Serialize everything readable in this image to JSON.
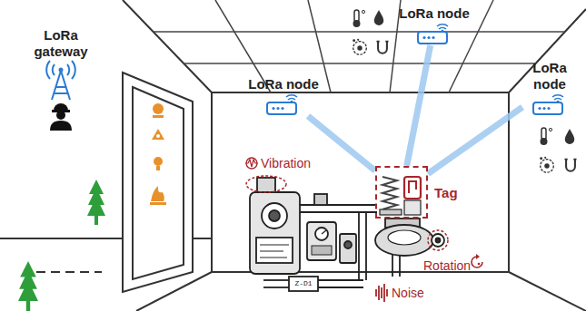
{
  "diagram": {
    "nodes": [
      {
        "text": [
          "LoRa gateway"
        ]
      },
      {
        "text": [
          "LoRa node"
        ]
      },
      {
        "text": [
          "LoRa node"
        ]
      },
      {
        "text": [
          "LoRa node"
        ]
      },
      {
        "text": [
          "Tag"
        ]
      }
    ],
    "edges": [
      {
        "from": 1,
        "to": 4,
        "arrow": "none"
      },
      {
        "from": 2,
        "to": 4,
        "arrow": "none"
      },
      {
        "from": 3,
        "to": 4,
        "arrow": "none"
      }
    ],
    "labels": [
      "Vibration",
      "Rotation",
      "Noise",
      "Z-D1"
    ]
  }
}
